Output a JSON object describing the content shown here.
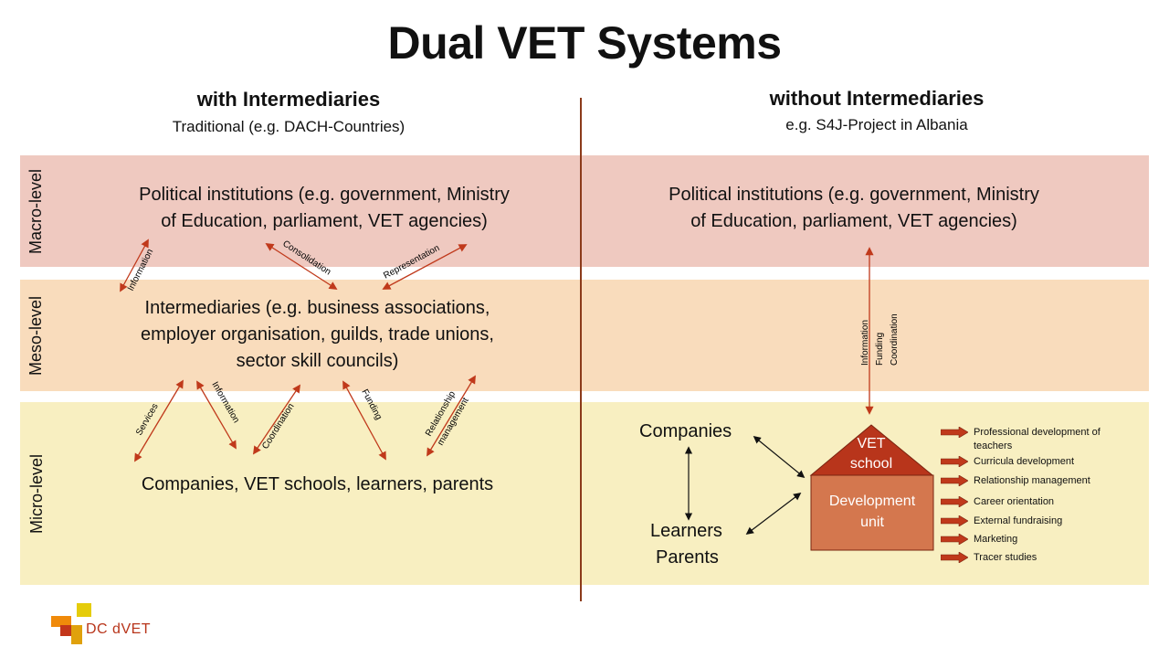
{
  "title": "Dual VET Systems",
  "left": {
    "heading": "with Intermediaries",
    "subheading": "Traditional (e.g. DACH-Countries)",
    "macro_text_line1": "Political institutions (e.g. government, Ministry",
    "macro_text_line2": "of Education, parliament, VET agencies)",
    "meso_text_line1": "Intermediaries (e.g. business associations,",
    "meso_text_line2": "employer organisation, guilds, trade unions,",
    "meso_text_line3": "sector skill councils)",
    "micro_text": "Companies, VET schools, learners, parents",
    "macro_meso_links": [
      "Information",
      "Consolidation",
      "Representation"
    ],
    "meso_micro_links": [
      "Services",
      "Information",
      "Coordination",
      "Funding",
      "Relationship",
      "management"
    ]
  },
  "right": {
    "heading": "without Intermediaries",
    "subheading": "e.g. S4J-Project in Albania",
    "macro_text_line1": "Political institutions (e.g. government, Ministry",
    "macro_text_line2": "of Education, parliament, VET agencies)",
    "vertical_link_labels": [
      "Information",
      "Funding",
      "Coordination"
    ],
    "companies": "Companies",
    "learners": "Learners",
    "parents": "Parents",
    "school_roof_line1": "VET",
    "school_roof_line2": "school",
    "dev_unit_line1": "Development",
    "dev_unit_line2": "unit",
    "tasks": [
      "Professional development of",
      "teachers",
      "Curricula development",
      "Relationship management",
      "Career orientation",
      "External fundraising",
      "Marketing",
      "Tracer studies"
    ]
  },
  "levels": {
    "macro": "Macro-level",
    "meso": "Meso-level",
    "micro": "Micro-level"
  },
  "logo": {
    "text": "DC dVET"
  },
  "colors": {
    "macro_band": "#efc9c0",
    "meso_band": "#f9dcbc",
    "micro_band": "#f8efc1",
    "arrow_red": "#c0391b",
    "roof": "#b8351b",
    "dev_unit": "#d4774e",
    "divider": "#8b3a1a"
  }
}
